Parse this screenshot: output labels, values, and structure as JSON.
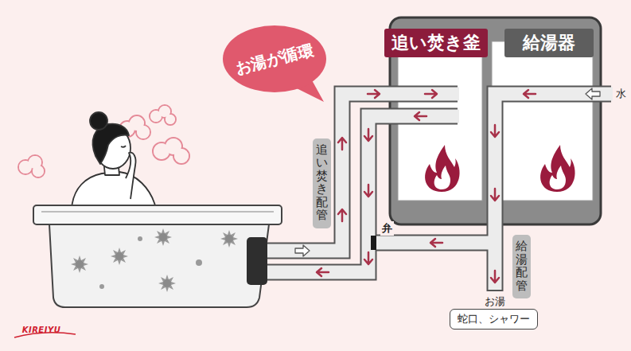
{
  "diagram": {
    "nodes": [
      {
        "text": [
          "お湯が循環"
        ]
      },
      {
        "text": [
          "追い焚き釜"
        ]
      },
      {
        "text": [
          "給湯器"
        ]
      },
      {
        "text": [
          "追い焚き配管"
        ]
      },
      {
        "text": [
          "給湯配管"
        ]
      },
      {
        "text": [
          "蛇口、シャワー"
        ]
      }
    ],
    "labels": [
      "水",
      "弁",
      "お湯",
      "KIREIYU"
    ]
  }
}
